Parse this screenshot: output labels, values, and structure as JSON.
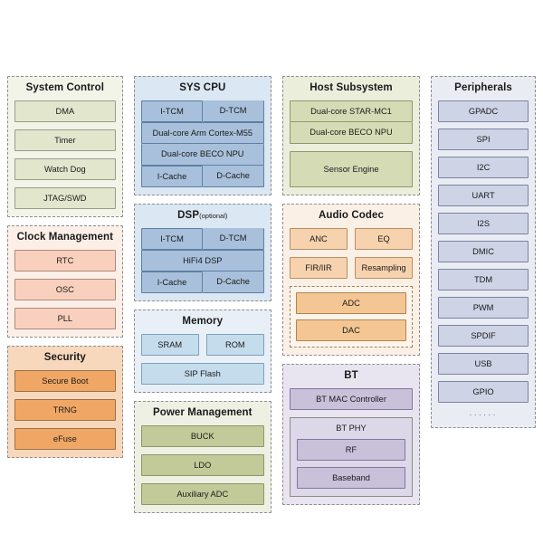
{
  "diagram": {
    "type": "soc-block-diagram",
    "columns": [
      {
        "id": "column-left",
        "groups": [
          {
            "id": "system-control",
            "title": "System Control",
            "theme": "sage",
            "blocks": [
              "DMA",
              "Timer",
              "Watch Dog",
              "JTAG/SWD"
            ]
          },
          {
            "id": "clock-management",
            "title": "Clock Management",
            "theme": "salmon",
            "blocks": [
              "RTC",
              "OSC",
              "PLL"
            ]
          },
          {
            "id": "security",
            "title": "Security",
            "theme": "orange",
            "blocks": [
              "Secure Boot",
              "TRNG",
              "eFuse"
            ]
          }
        ]
      },
      {
        "id": "column-cpu",
        "groups": [
          {
            "id": "sys-cpu",
            "title": "SYS CPU",
            "theme": "blue",
            "blocks": [
              "I-TCM",
              "D-TCM",
              "Dual-core Arm Cortex-M55",
              "Dual-core BECO NPU",
              "I-Cache",
              "D-Cache"
            ]
          },
          {
            "id": "dsp",
            "title": "DSP",
            "title_note": "(optional)",
            "theme": "blue",
            "blocks": [
              "I-TCM",
              "D-TCM",
              "HiFi4 DSP",
              "I-Cache",
              "D-Cache"
            ]
          },
          {
            "id": "memory",
            "title": "Memory",
            "theme": "light-blue",
            "blocks": [
              "SRAM",
              "ROM",
              "SIP Flash"
            ]
          },
          {
            "id": "power-management",
            "title": "Power Management",
            "theme": "olive",
            "blocks": [
              "BUCK",
              "LDO",
              "Auxiliary ADC"
            ]
          }
        ]
      },
      {
        "id": "column-host",
        "groups": [
          {
            "id": "host-subsystem",
            "title": "Host Subsystem",
            "theme": "sage-green",
            "blocks": [
              "Dual-core STAR-MC1",
              "Dual-core BECO NPU",
              "Sensor Engine"
            ]
          },
          {
            "id": "audio-codec",
            "title": "Audio Codec",
            "theme": "peach",
            "blocks": [
              "ANC",
              "EQ",
              "FIR/IIR",
              "Resampling"
            ],
            "subgroup": {
              "id": "converters",
              "blocks": [
                "ADC",
                "DAC"
              ]
            }
          },
          {
            "id": "bt",
            "title": "BT",
            "theme": "lavender",
            "blocks": [
              "BT MAC Controller"
            ],
            "subgroup": {
              "id": "bt-phy",
              "label": "BT PHY",
              "blocks": [
                "RF",
                "Baseband"
              ]
            }
          }
        ]
      },
      {
        "id": "column-peripherals",
        "groups": [
          {
            "id": "peripherals",
            "title": "Peripherals",
            "theme": "blue-grey",
            "blocks": [
              "GPADC",
              "SPI",
              "I2C",
              "UART",
              "I2S",
              "DMIC",
              "TDM",
              "PWM",
              "SPDIF",
              "USB",
              "GPIO"
            ],
            "more_indicator": "······"
          }
        ]
      }
    ]
  },
  "colors": {
    "sage_fill": "#e2e6cd",
    "salmon_fill": "#f9cfbd",
    "orange_fill": "#f0a765",
    "blue_fill": "#a8c0db",
    "light_blue_fill": "#c5dced",
    "olive_fill": "#c2ca99",
    "sage_green_fill": "#d5dcb5",
    "peach_fill": "#f6d2ae",
    "lavender_fill": "#c9c0da",
    "blue_grey_fill": "#ced3e6",
    "group_border": "#7a7a7a"
  }
}
